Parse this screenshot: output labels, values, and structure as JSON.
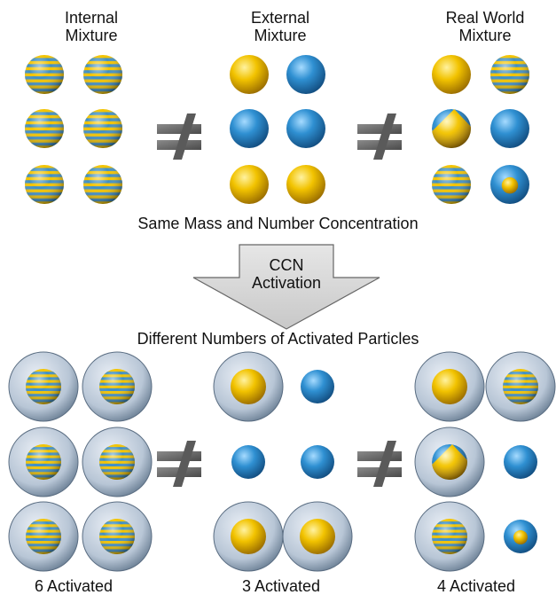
{
  "columns": {
    "internal": [
      "Internal",
      "Mixture"
    ],
    "external": [
      "External",
      "Mixture"
    ],
    "real_world": [
      "Real World",
      "Mixture"
    ]
  },
  "same_mass_caption": "Same Mass and Number Concentration",
  "arrow_label": [
    "CCN",
    "Activation"
  ],
  "different_numbers_caption": "Different Numbers of Activated Particles",
  "not_equal_symbol": "≠",
  "activated_counts": [
    "6 Activated",
    "3 Activated",
    "4 Activated"
  ],
  "colors": {
    "yellow": "#f2c300",
    "blue": "#2f90d2",
    "stripe_blue": "#3f8fc4",
    "droplet_shell": "#9fb2c8",
    "arrow_fill": "#d4d4d4"
  },
  "particles_top": {
    "internal": [
      "striped",
      "striped",
      "striped",
      "striped",
      "striped",
      "striped"
    ],
    "external": [
      "yellow",
      "blue",
      "blue",
      "blue",
      "yellow",
      "yellow"
    ],
    "real_world": [
      "yellow",
      "striped",
      "coated-wedge",
      "blue",
      "striped",
      "blue-core-yellow"
    ]
  },
  "particles_bottom": {
    "internal": [
      {
        "type": "striped",
        "activated": true
      },
      {
        "type": "striped",
        "activated": true
      },
      {
        "type": "striped",
        "activated": true
      },
      {
        "type": "striped",
        "activated": true
      },
      {
        "type": "striped",
        "activated": true
      },
      {
        "type": "striped",
        "activated": true
      }
    ],
    "external": [
      {
        "type": "yellow",
        "activated": true
      },
      {
        "type": "blue",
        "activated": false
      },
      {
        "type": "blue",
        "activated": false
      },
      {
        "type": "blue",
        "activated": false
      },
      {
        "type": "yellow",
        "activated": true
      },
      {
        "type": "yellow",
        "activated": true
      }
    ],
    "real_world": [
      {
        "type": "yellow",
        "activated": true
      },
      {
        "type": "striped",
        "activated": true
      },
      {
        "type": "coated-wedge",
        "activated": true
      },
      {
        "type": "blue",
        "activated": false
      },
      {
        "type": "striped",
        "activated": true
      },
      {
        "type": "blue-core-yellow",
        "activated": false
      }
    ]
  }
}
